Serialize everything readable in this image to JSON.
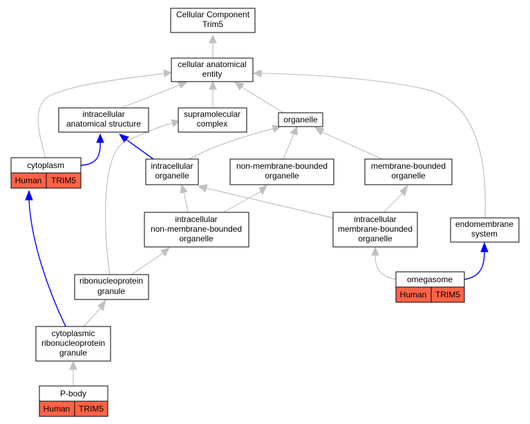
{
  "colors": {
    "annotation_fill": "#ff6347",
    "is_a_edge": "#c0c0c0",
    "annotation_edge": "#0000ff"
  },
  "nodes": {
    "root": [
      "Cellular Component",
      "Trim5"
    ],
    "cae": [
      "cellular anatomical",
      "entity"
    ],
    "ias": [
      "intracellular",
      "anatomical structure"
    ],
    "smc": [
      "supramolecular",
      "complex"
    ],
    "org": [
      "organelle"
    ],
    "cyto": [
      "cytoplasm"
    ],
    "io": [
      "intracellular",
      "organelle"
    ],
    "nmbo": [
      "non-membrane-bounded",
      "organelle"
    ],
    "mbo": [
      "membrane-bounded",
      "organelle"
    ],
    "inmbo": [
      "intracellular",
      "non-membrane-bounded",
      "organelle"
    ],
    "imbo": [
      "intracellular",
      "membrane-bounded",
      "organelle"
    ],
    "ems": [
      "endomembrane",
      "system"
    ],
    "rnpg": [
      "ribonucleoprotein",
      "granule"
    ],
    "omega": [
      "omegasome"
    ],
    "crnpg": [
      "cytoplasmic",
      "ribonucleoprotein",
      "granule"
    ],
    "pbody": [
      "P-body"
    ]
  },
  "annotations": {
    "cyto": {
      "species": "Human",
      "gene": "TRIM5"
    },
    "omega": {
      "species": "Human",
      "gene": "TRIM5"
    },
    "pbody": {
      "species": "Human",
      "gene": "TRIM5"
    }
  }
}
